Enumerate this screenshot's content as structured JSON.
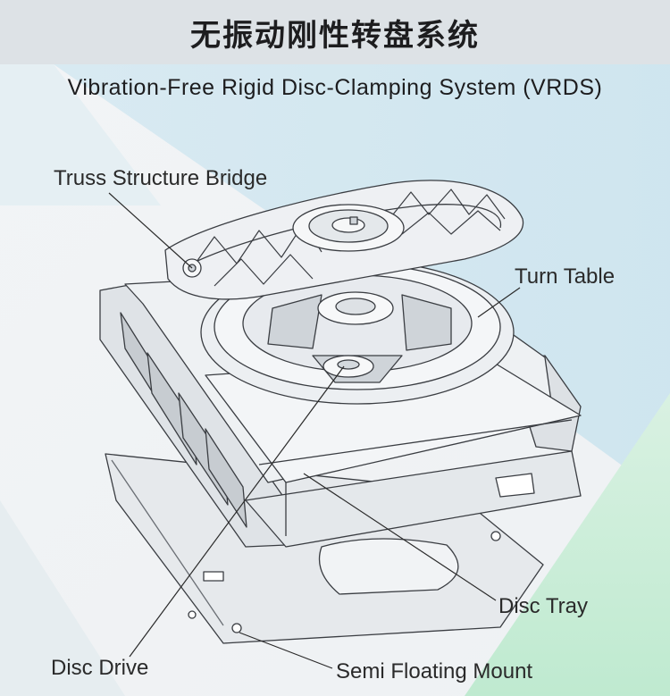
{
  "title": "无振动刚性转盘系统",
  "subtitle": "Vibration-Free Rigid Disc-Clamping System (VRDS)",
  "labels": {
    "truss_bridge": "Truss Structure Bridge",
    "turn_table": "Turn Table",
    "disc_tray": "Disc Tray",
    "disc_drive": "Disc Drive",
    "semi_floating_mount": "Semi Floating Mount"
  },
  "colors": {
    "title_band": "#dde2e6",
    "text": "#1d1d1f",
    "line_art": "#3a3d42",
    "part_fill": "#e9ecef",
    "bg_blue": "#cfe5ef",
    "bg_green": "#c6ecd3"
  }
}
